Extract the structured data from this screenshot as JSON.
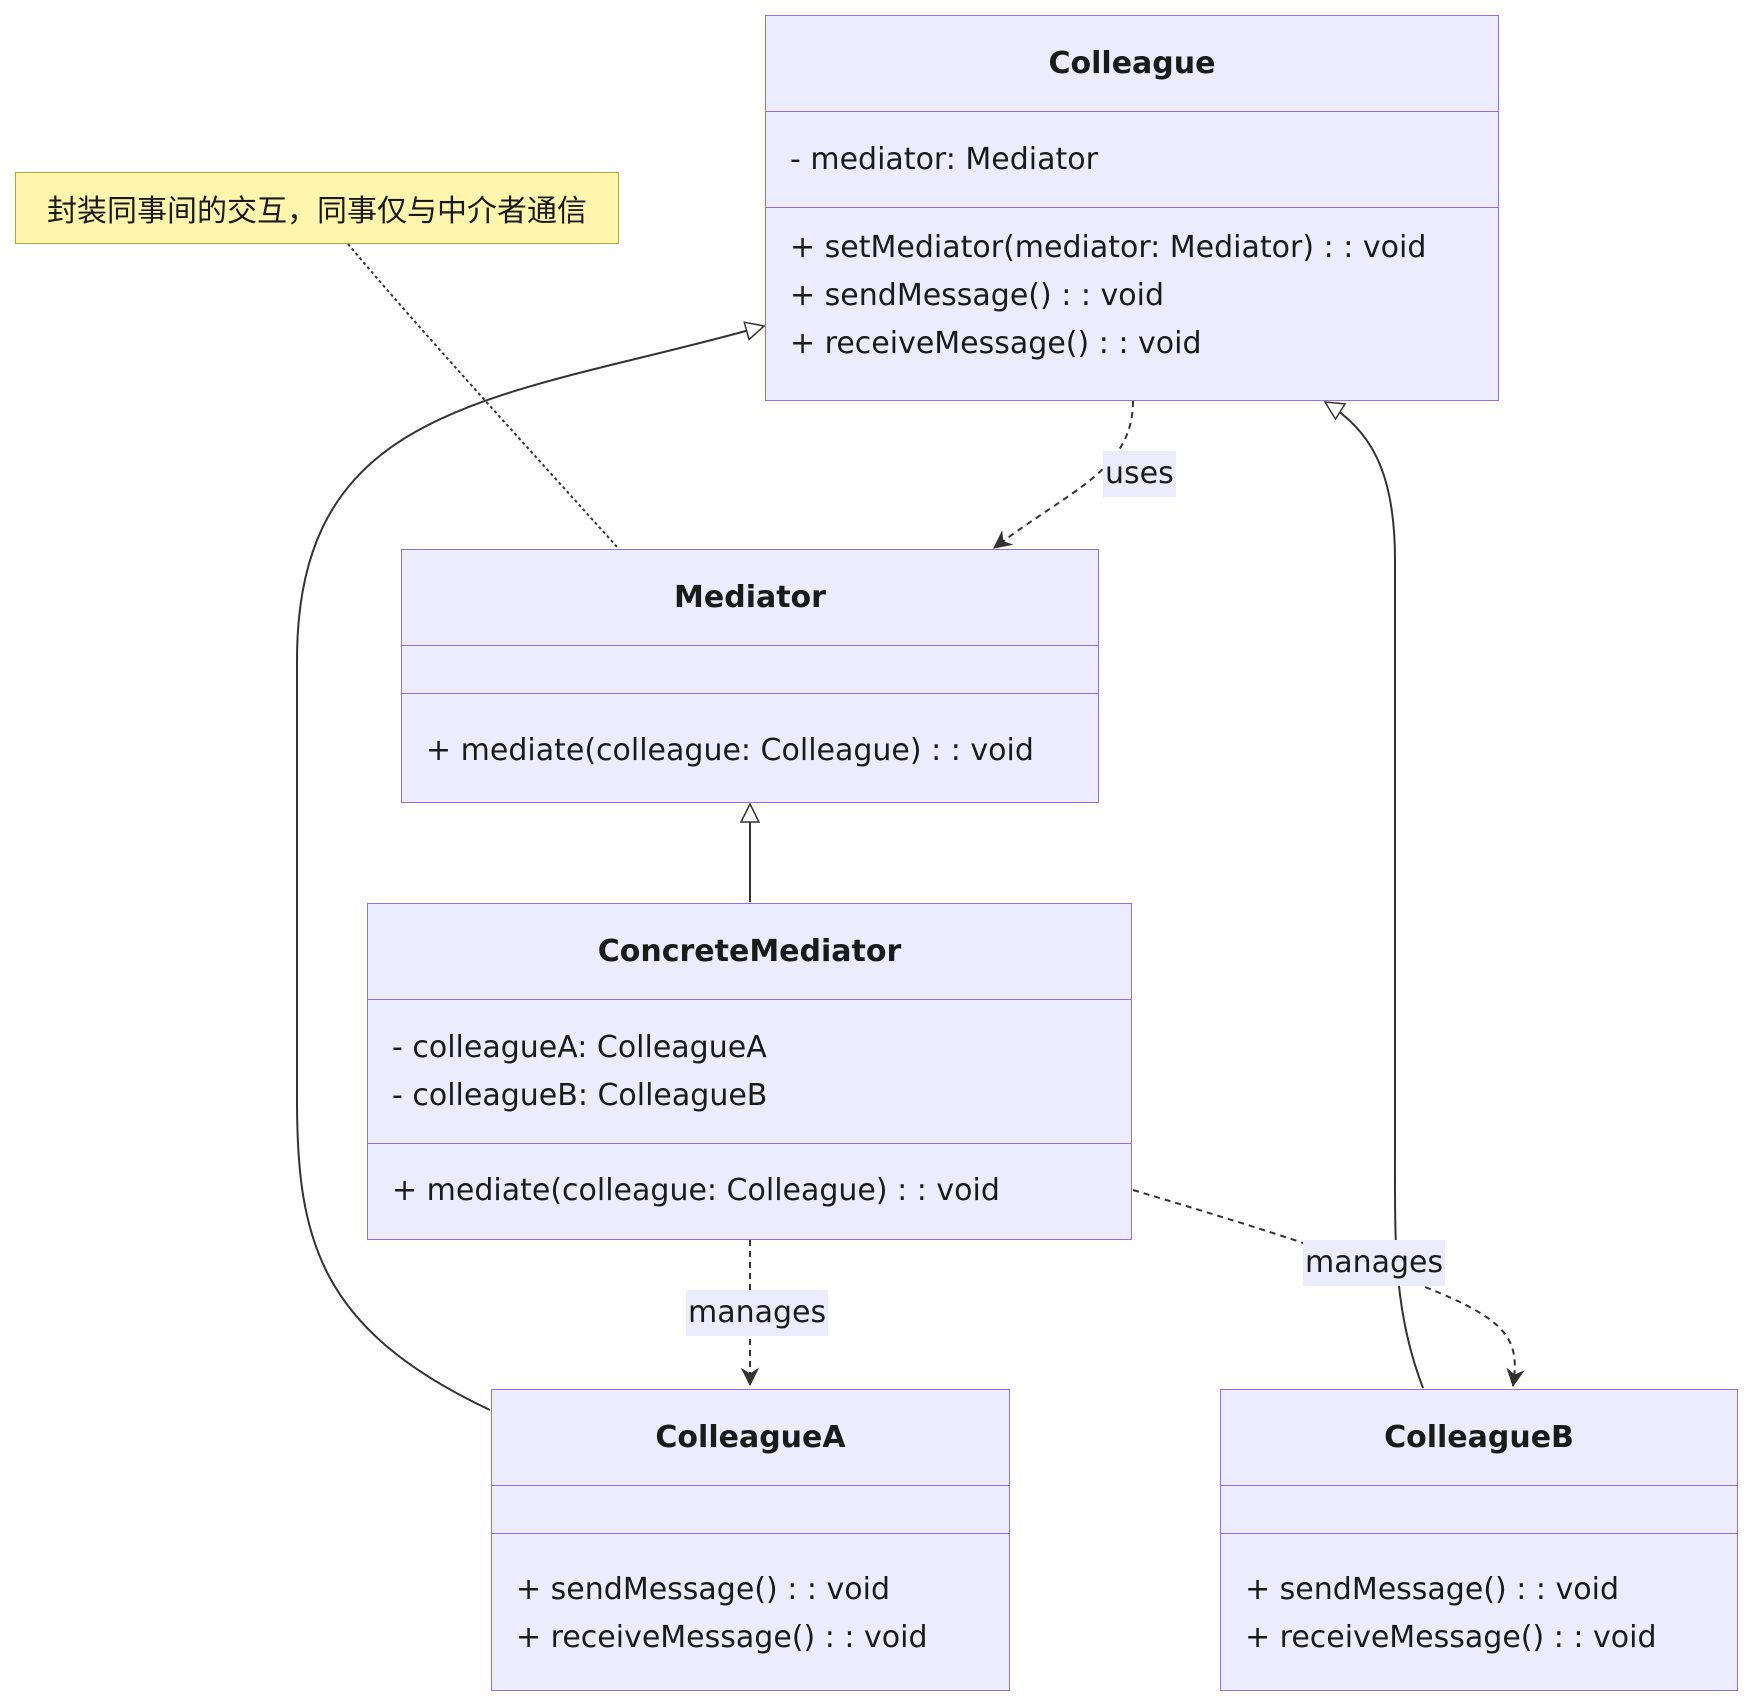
{
  "note": {
    "text": "封装同事间的交互，同事仅与中介者通信"
  },
  "classes": {
    "colleague": {
      "name": "Colleague",
      "attributes": [
        "- mediator: Mediator"
      ],
      "methods": [
        "+ setMediator(mediator: Mediator) : : void",
        "+ sendMessage() : : void",
        "+ receiveMessage() : : void"
      ]
    },
    "mediator": {
      "name": "Mediator",
      "attributes": [],
      "methods": [
        "+ mediate(colleague: Colleague) : : void"
      ]
    },
    "concrete_mediator": {
      "name": "ConcreteMediator",
      "attributes": [
        "- colleagueA: ColleagueA",
        "- colleagueB: ColleagueB"
      ],
      "methods": [
        "+ mediate(colleague: Colleague) : : void"
      ]
    },
    "colleague_a": {
      "name": "ColleagueA",
      "attributes": [],
      "methods": [
        "+ sendMessage() : : void",
        "+ receiveMessage() : : void"
      ]
    },
    "colleague_b": {
      "name": "ColleagueB",
      "attributes": [],
      "methods": [
        "+ sendMessage() : : void",
        "+ receiveMessage() : : void"
      ]
    }
  },
  "relations": {
    "uses_label": "uses",
    "manages_a_label": "manages",
    "manages_b_label": "manages"
  },
  "colors": {
    "node_fill": "#ececfe",
    "node_border": "#9370db",
    "note_fill": "#fff5ad",
    "note_border": "#aaaa33",
    "edge": "#333333"
  }
}
